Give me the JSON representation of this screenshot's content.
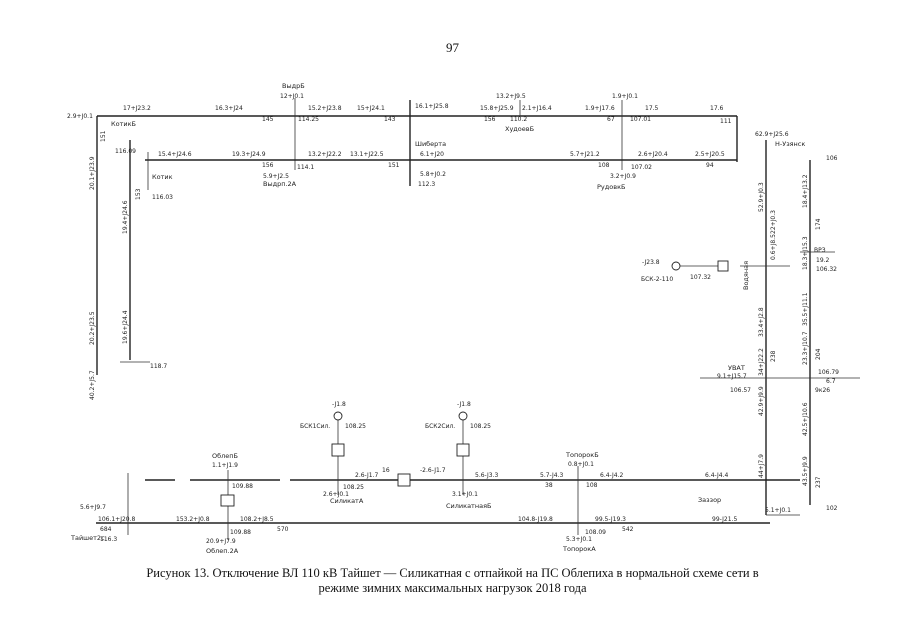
{
  "page": {
    "number": "97",
    "caption_line1": "Рисунок 13. Отключение ВЛ 110 кВ Тайшет — Силикатная с отпайкой на ПС Облепиха в нормальной схеме сети в",
    "caption_line2": "режиме зимних максимальных нагрузок 2018 года"
  },
  "diagram": {
    "substations": {
      "kotik_b": "КотикБ",
      "kotik": "Котик",
      "kotik_node": "116.03",
      "kotik_node2": "116.09",
      "vydrino": "ВыдрБ",
      "n114": "114.25",
      "n114b": "114.1",
      "vydr_name": "Выдрп.2А",
      "shiberta": "Шиберта",
      "n112": "112.3",
      "hudoeva": "ХудоевБ",
      "n110": "110.2",
      "n107a": "107.01",
      "n107b": "107.02",
      "rudovsk": "РудовкБ",
      "n111": "111",
      "n118": "118.7",
      "vodyanaya": "Водяная",
      "n107c": "107.32",
      "bsk2": "БСК-2-110",
      "vrz": "ВРЗ",
      "n106c": "106.32",
      "n106t": "106",
      "uvat": "УВАТ",
      "n106u": "106.57",
      "n106r": "106.79",
      "n_r": "9к26",
      "zazar": "Заззор",
      "n102": "102",
      "taishet": "Тайшет2с",
      "n116t": "116.3",
      "oblep_b": "ОблепБ",
      "oblep_node": "109.88",
      "oblep_node2": "109.88",
      "oblep_name": "Облеп.2А",
      "bsk1": "БСК1Сил.",
      "bsk1v": "108.25",
      "bsk2s": "БСК2Сил.",
      "bsk2v": "108.25",
      "silikat_a": "СиликатА",
      "silikat_a_v": "108.25",
      "silikat_b": "СиликатнаяБ",
      "toporok_b": "ТопорокБ",
      "toporok_a": "ТопорокА",
      "n108": "108",
      "n108b": "108.09",
      "n_nvz": "Н-Узянск"
    },
    "flows": {
      "t01": "2.9+J0.1",
      "t02": "17+J23.2",
      "t03": "16.3+J24",
      "t04": "12+J0.1",
      "t05": "15.2+J23.8",
      "t06": "15+J24.1",
      "t07": "16.1+J25.8",
      "t08": "13.2+J9.5",
      "t09": "15.8+J25.9",
      "t10": "2.1+J16.4",
      "t11": "1.9+J0.1",
      "t12": "1.9+J17.6",
      "t13": "17.5",
      "t14": "17.6",
      "t15": "145",
      "t16": "143",
      "t17": "156",
      "t18": "67",
      "m01": "15.4+J24.6",
      "m02": "19.3+J24.9",
      "m03": "13.2+J22.2",
      "m04": "13.1+J22.5",
      "m05": "6.1+J20",
      "m06": "5.7+J21.2",
      "m07": "2.6+J20.4",
      "m08": "2.5+J20.5",
      "m09": "151",
      "m10": "156",
      "m11": "5.8+J0.2",
      "m12": "5.9+J2.5",
      "m13": "3.2+J0.9",
      "m14": "108",
      "m15": "94",
      "v01": "20.1+J23.9",
      "v02": "19.4+J24.6",
      "v03": "20.2+J23.5",
      "v04": "19.6+J24.4",
      "v05": "40.2+J5.7",
      "v06": "151",
      "v07": "153",
      "r01": "62.9+J25.6",
      "r02": "52.9+J0.3",
      "r03": "18.4+J13.2",
      "r04": "33.4+J2.8",
      "r05": "34+J22.2",
      "r06": "42.9+J9.9",
      "r07": "44+J7.9",
      "r08": "22+J0.3",
      "r09": "-J23.8",
      "r10": "35.5+J11.1",
      "r11": "23.3+J10.7",
      "r12": "42.5+J10.6",
      "r13": "43.5+J9.9",
      "r14": "9.1+J15.7",
      "r15": "5.1+J0.1",
      "r16": "19.2",
      "r17": "6.7",
      "r18": "174",
      "r19": "238",
      "r20": "237",
      "r21": "204",
      "r22": "0.6+J8.5",
      "r23": "18.3+J15.3",
      "b01": "5.6+J9.7",
      "b02": "1.1+J1.9",
      "b03": "106.1+J20.8",
      "b04": "153.2+J0.8",
      "b05": "108.2+J8.5",
      "b06": "20.9+J7.9",
      "b07": "-J1.8",
      "b08": "-J1.8",
      "b09": "2.6-J1.7",
      "b10": "2.6+J0.1",
      "b11": "-2.6-J1.7",
      "b12": "5.6-J3.3",
      "b13": "3.1+J0.1",
      "b14": "5.7-J4.3",
      "b15": "6.4-J4.2",
      "b16": "6.4-J4.4",
      "b17": "0.8+J0.1",
      "b18": "104.8-J19.8",
      "b19": "99.5-J19.3",
      "b20": "99-J21.5",
      "b21": "5.3+J0.1",
      "b22": "684",
      "b23": "570",
      "b24": "16",
      "b25": "38",
      "b26": "542"
    }
  }
}
